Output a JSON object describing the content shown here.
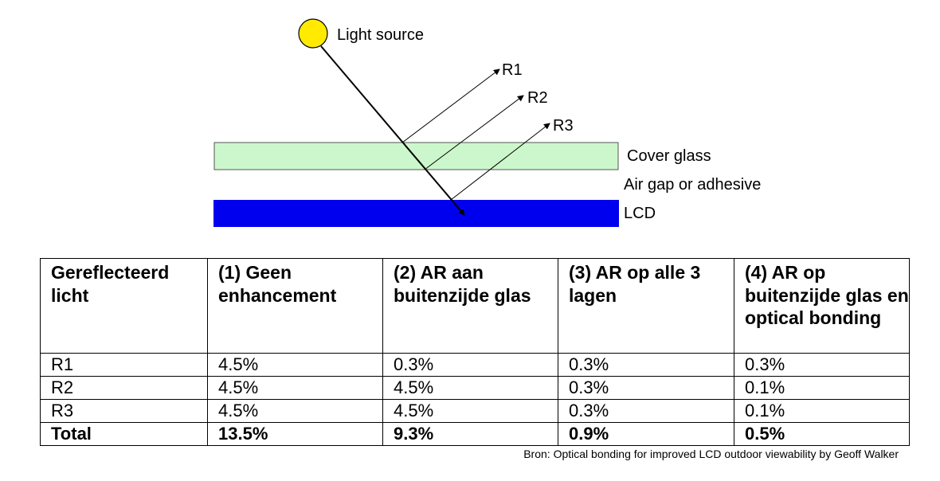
{
  "diagram": {
    "light_source_label": "Light source",
    "rays": [
      {
        "label": "R1"
      },
      {
        "label": "R2"
      },
      {
        "label": "R3"
      }
    ],
    "layers": [
      {
        "label": "Cover glass",
        "color": "#ccf7cc"
      },
      {
        "label": "Air gap or adhesive"
      },
      {
        "label": "LCD",
        "color": "#0000ee"
      }
    ],
    "light_color": "#ffea00"
  },
  "table": {
    "headers": [
      "Gereflecteerd licht",
      "(1) Geen enhancement",
      "(2) AR aan buitenzijde glas",
      "(3) AR op alle 3 lagen",
      "(4) AR op buitenzijde glas en optical bonding"
    ],
    "rows": [
      [
        "R1",
        "4.5%",
        "0.3%",
        "0.3%",
        "0.3%"
      ],
      [
        "R2",
        "4.5%",
        "4.5%",
        "0.3%",
        "0.1%"
      ],
      [
        "R3",
        "4.5%",
        "4.5%",
        "0.3%",
        "0.1%"
      ],
      [
        "Total",
        "13.5%",
        "9.3%",
        "0.9%",
        "0.5%"
      ]
    ]
  },
  "source": "Bron: Optical bonding for improved LCD outdoor viewability by Geoff Walker"
}
